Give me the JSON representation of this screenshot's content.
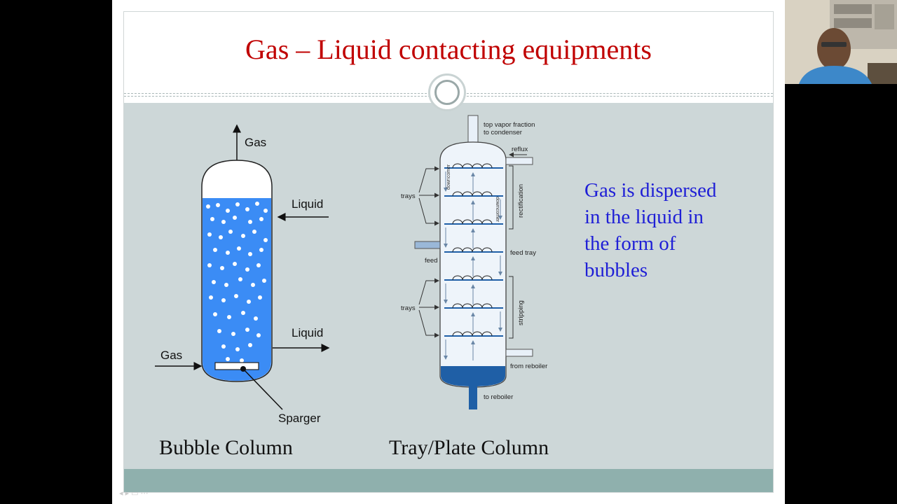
{
  "slide": {
    "title": "Gas – Liquid contacting equipments",
    "description_lines": [
      "Gas is dispersed",
      "in the liquid in",
      "the form of",
      "bubbles"
    ],
    "bubble_column": {
      "caption": "Bubble Column",
      "labels": {
        "gas_out": "Gas",
        "liquid_in": "Liquid",
        "liquid_out": "Liquid",
        "gas_in": "Gas",
        "sparger": "Sparger"
      },
      "liquid_color": "#3b8cf5"
    },
    "tray_column": {
      "caption": "Tray/Plate Column",
      "labels": {
        "top": [
          "top vapor fraction",
          "to condenser"
        ],
        "reflux": "reflux",
        "trays_top": "trays",
        "trays_bottom": "trays",
        "rectification": "rectification",
        "downcomer_1": "downcomer",
        "downcomer_2": "downcomer",
        "feed": "feed",
        "feed_tray": "feed tray",
        "stripping": "stripping",
        "from_reboiler": "from reboiler",
        "to_reboiler": "to reboiler"
      },
      "accent_color": "#1f5fa6"
    }
  },
  "colors": {
    "title": "#c00000",
    "description": "#1f1fd6",
    "slide_body": "#cdd7d8",
    "footer": "#8fb0ad"
  }
}
